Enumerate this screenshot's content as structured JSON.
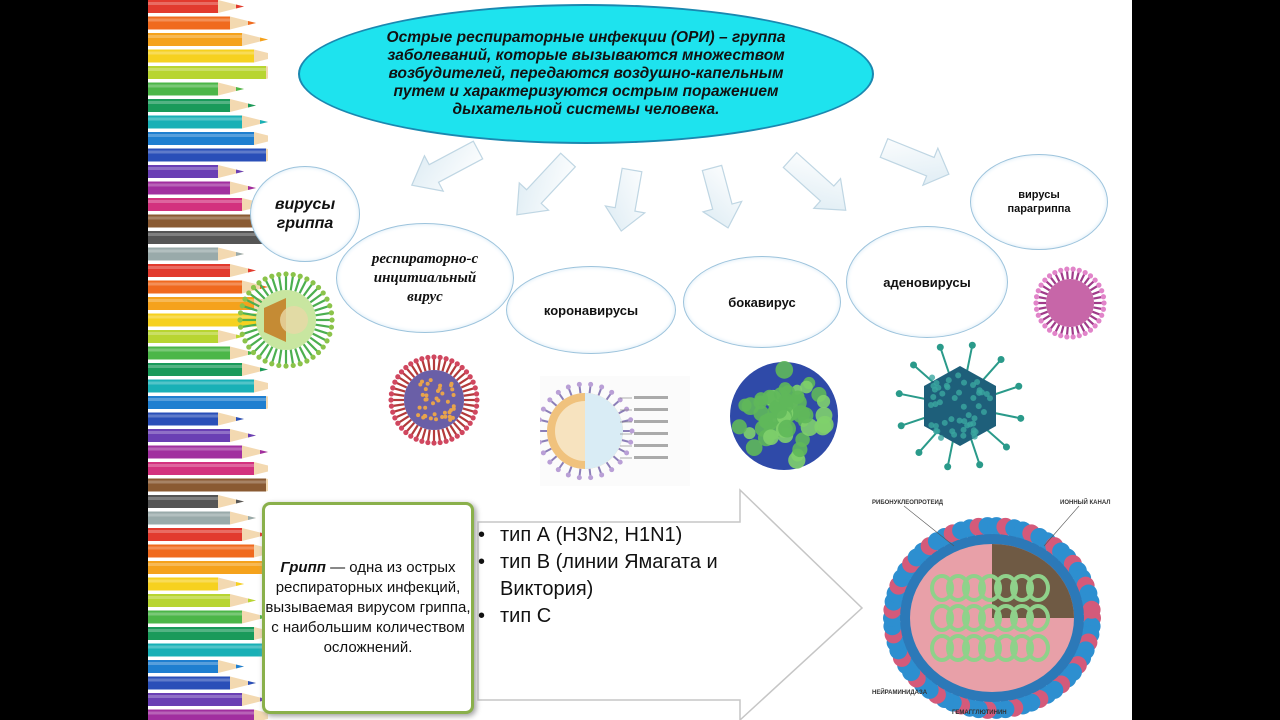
{
  "definition": "Острые респираторные инфекции (ОРИ) – группа заболеваний, которые вызываются множеством возбудителей, передаются воздушно-капельным путем и характеризуются острым поражением дыхательной системы человека.",
  "pathogens": {
    "influenza": "вирусы гриппа",
    "rsv": "респираторно-синцитиальный вирус",
    "corona": "коронавирусы",
    "boca": "бокавирус",
    "adeno": "аденовирусы",
    "parainfluenza": "вирусы парагриппа"
  },
  "flu_box": {
    "term": "Грипп",
    "text": " — одна из острых респираторных инфекций, вызываемая вирусом гриппа, с наибольшим количеством осложнений."
  },
  "flu_types": [
    "тип А (H3N2, H1N1)",
    "тип В (линии Ямагата и Виктория)",
    "тип С"
  ],
  "diagram_labels": {
    "ribonucleoprotein": "РИБОНУКЛЕОПРОТЕИД",
    "ion_channel": "ИОННЫЙ КАНАЛ",
    "neuraminidase": "НЕЙРАМИНИДАЗА",
    "hemagglutinin": "ГЕМАГГЛЮТИНИН"
  }
}
